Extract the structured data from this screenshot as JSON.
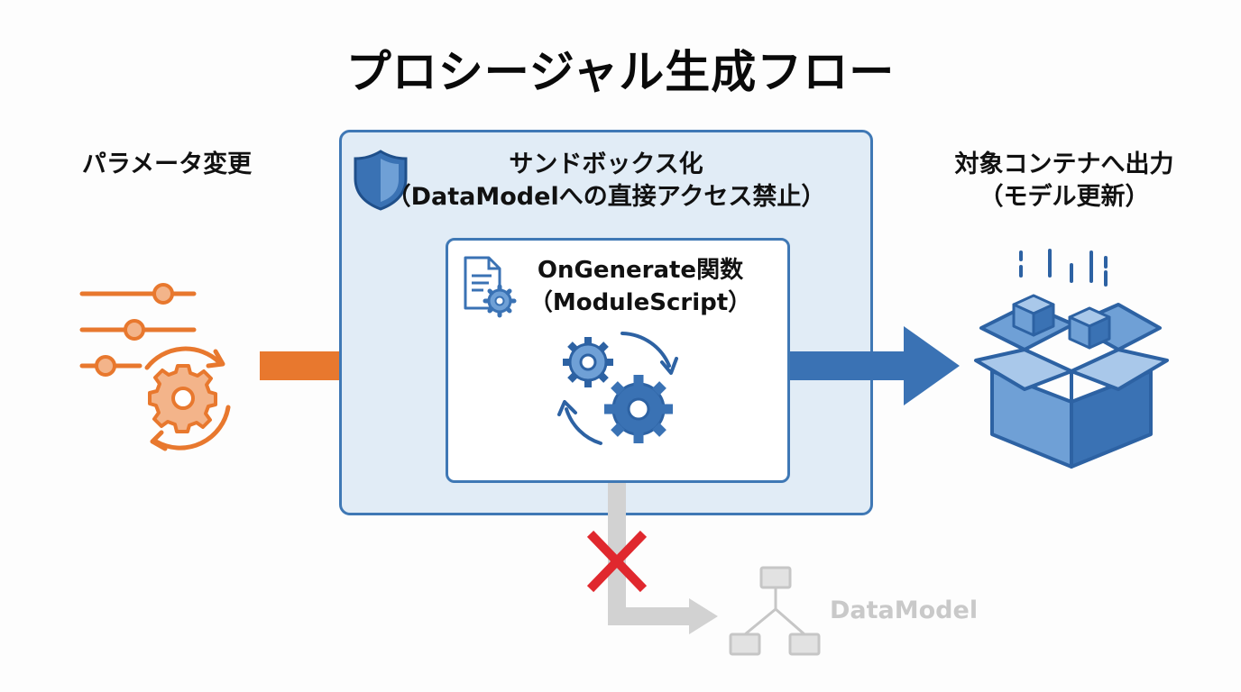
{
  "title": "プロシージャル生成フロー",
  "input": {
    "label": "パラメータ変更"
  },
  "sandbox": {
    "title_line1": "サンドボックス化",
    "title_line2": "（DataModelへの直接アクセス禁止）"
  },
  "module": {
    "title_line1": "OnGenerate関数",
    "title_line2": "（ModuleScript）"
  },
  "output": {
    "label_line1": "対象コンテナへ出力",
    "label_line2": "（モデル更新）"
  },
  "blocked_target": {
    "label": "DataModel"
  },
  "colors": {
    "orange": "#e8782e",
    "blue": "#3a72b4",
    "light_blue": "#e1ecf6",
    "blocked_gray": "#cfcfcf",
    "deny_red": "#e0282e"
  },
  "icons": [
    "sliders-icon",
    "gear-cycle-icon",
    "shield-icon",
    "document-gear-icon",
    "gears-cycle-icon",
    "open-box-icon",
    "hierarchy-icon",
    "cross-icon"
  ]
}
